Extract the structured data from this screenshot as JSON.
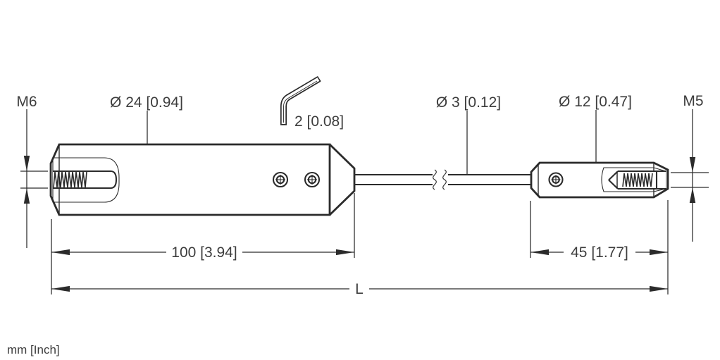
{
  "drawing": {
    "units_note": "mm [Inch]",
    "labels": {
      "left_thread": "M6",
      "left_body_diameter": "Ø 24 [0.94]",
      "hex_key_size": "2 [0.08]",
      "shaft_diameter": "Ø 3 [0.12]",
      "right_body_diameter": "Ø 12 [0.47]",
      "right_thread": "M5"
    },
    "dimensions": {
      "left_body_length": "100 [3.94]",
      "right_body_length": "45 [1.77]",
      "total_length": "L"
    },
    "colors": {
      "line": "#2b2b2b",
      "text": "#3d3d3d",
      "background": "#ffffff"
    }
  }
}
